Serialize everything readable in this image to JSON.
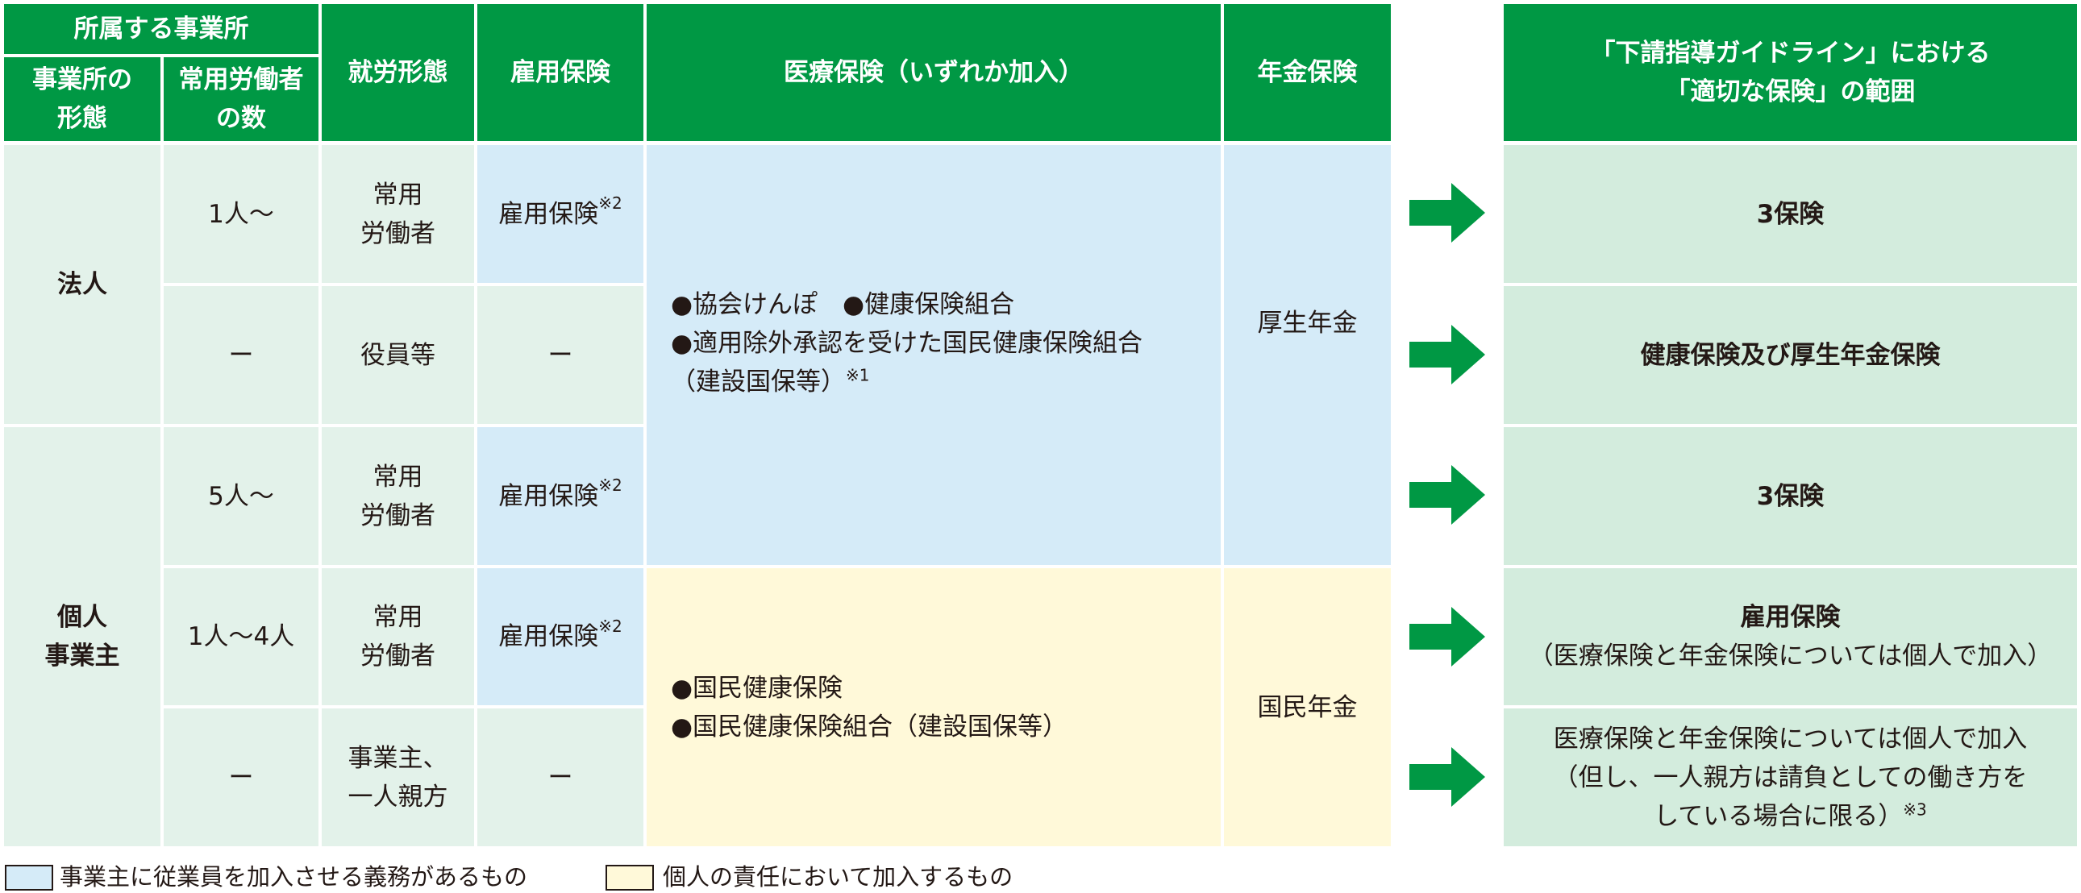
{
  "header": {
    "office_group": "所属する事業所",
    "office_type": [
      "事業所の",
      "形態"
    ],
    "worker_count": [
      "常用労働者",
      "の数"
    ],
    "work_form": "就労形態",
    "employment_ins": "雇用保険",
    "medical_ins": "医療保険（いずれか加入）",
    "pension_ins": "年金保険",
    "scope": [
      "「下請指導ガイドライン」における",
      "「適切な保険」の範囲"
    ]
  },
  "categories": {
    "corporation": "法人",
    "sole_proprietor": [
      "個人",
      "事業主"
    ]
  },
  "counts": {
    "r1": "1人～",
    "r2": "ー",
    "r3": "5人～",
    "r4": "1人～4人",
    "r5": "ー"
  },
  "work_forms": {
    "r1": [
      "常用",
      "労働者"
    ],
    "r2": "役員等",
    "r3": [
      "常用",
      "労働者"
    ],
    "r4": [
      "常用",
      "労働者"
    ],
    "r5": [
      "事業主、",
      "一人親方"
    ]
  },
  "employment": {
    "r1": "雇用保険",
    "r1_note": "※2",
    "r2": "ー",
    "r3": "雇用保険",
    "r3_note": "※2",
    "r4": "雇用保険",
    "r4_note": "※2",
    "r5": "ー"
  },
  "medical": {
    "upper_line1": "●協会けんぽ　●健康保険組合",
    "upper_line2": "●適用除外承認を受けた国民健康保険組合",
    "upper_line3": "（建設国保等）",
    "upper_note": "※1",
    "lower_line1": "●国民健康保険",
    "lower_line2": "●国民健康保険組合（建設国保等）"
  },
  "pension": {
    "upper": "厚生年金",
    "lower": "国民年金"
  },
  "scope": {
    "r1": "3保険",
    "r2": "健康保険及び厚生年金保険",
    "r3": "3保険",
    "r4_line1": "雇用保険",
    "r4_line2": "（医療保険と年金保険については個人で加入）",
    "r5_line1": "医療保険と年金保険については個人で加入",
    "r5_line2": "（但し、一人親方は請負としての働き方を",
    "r5_line3": "している場合に限る）",
    "r5_note": "※3"
  },
  "legend": {
    "employer_obligation": "事業主に従業員を加入させる義務があるもの",
    "individual_responsibility": "個人の責任において加入するもの"
  },
  "colors": {
    "header_green": "#009844",
    "light_green": "#e3f2ea",
    "scope_green": "#d3ecdd",
    "obligation_blue": "#d5ebf8",
    "individual_yellow": "#fff9d9",
    "arrow_green": "#009844"
  }
}
